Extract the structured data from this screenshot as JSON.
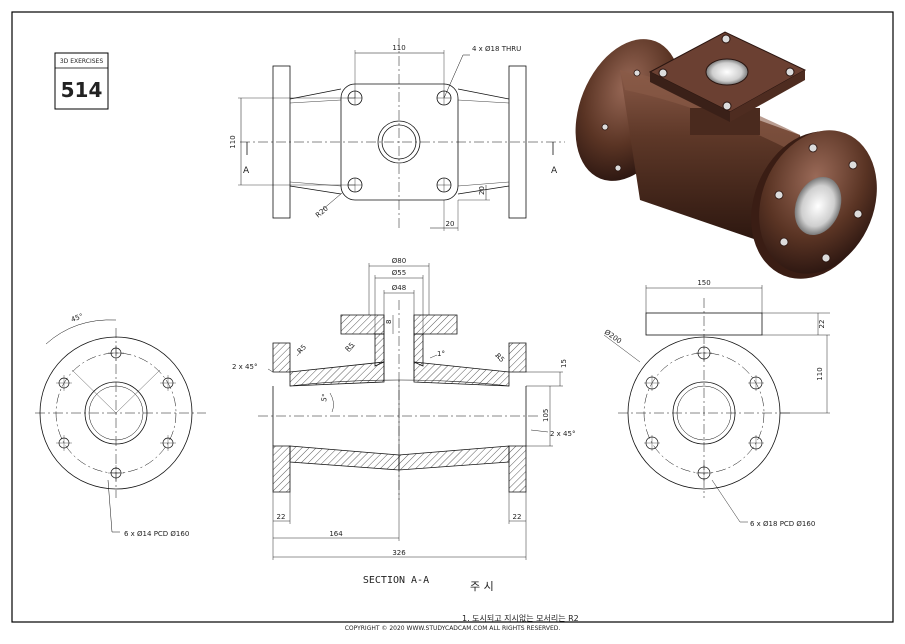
{
  "badge": {
    "caption": "3D EXERCISES",
    "number": "514"
  },
  "top_view": {
    "dim_width": "110",
    "dim_height": "110",
    "hole_note": "4 x Ø18 THRU",
    "radius": "R20",
    "dim_20_vertical": "20",
    "dim_20_horizontal": "20",
    "cut_label_left": "A",
    "cut_label_right": "A"
  },
  "section_view": {
    "dia_80": "Ø80",
    "dia_55": "Ø55",
    "dia_48": "Ø48",
    "dim_8": "8",
    "r5_left": "R5",
    "r5_mid": "R5",
    "r5_right": "R5",
    "angle_1deg": "1°",
    "chamfer_left": "2 x 45°",
    "chamfer_right": "2 x 45°",
    "angle_5deg": "5°",
    "dim_15": "15",
    "dim_105": "105",
    "dim_22_left": "22",
    "dim_22_right": "22",
    "dim_164": "164",
    "dim_326": "326",
    "title": "SECTION A-A"
  },
  "left_view": {
    "angle": "45°",
    "hole_note": "6 x Ø14 PCD Ø160"
  },
  "right_view": {
    "dim_150": "150",
    "dim_22": "22",
    "dim_110": "110",
    "dia_200": "Ø200",
    "hole_note": "6 x Ø18 PCD Ø160"
  },
  "notes": {
    "heading": "주 시",
    "line1": "1. 도시되고 지시없는 모서리는 R2"
  },
  "copyright": "COPYRIGHT © 2020 WWW.STUDYCADCAM.COM ALL RIGHTS RESERVED.",
  "colors": {
    "render_body": "#5a3424",
    "render_highlight": "#9a6a58",
    "render_dark": "#2a1510",
    "hatch": "#333333"
  }
}
